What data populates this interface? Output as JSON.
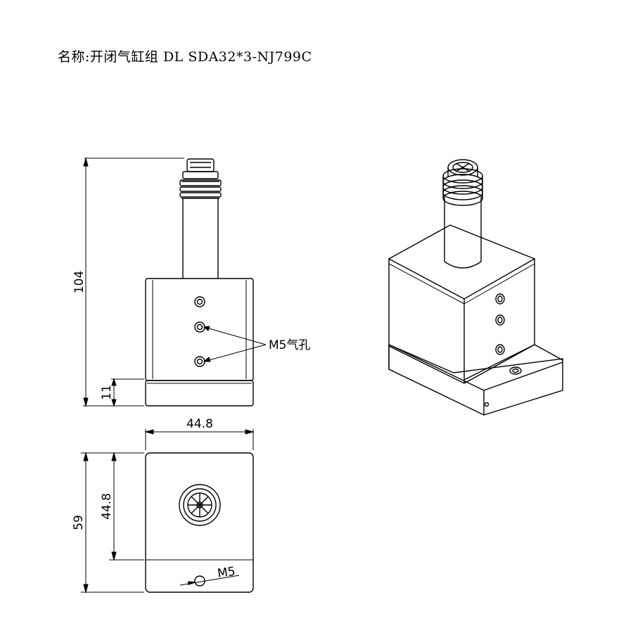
{
  "title": "名称:开闭气缸组 DL SDA32*3-NJ799C",
  "dimensions": {
    "height_total": "104",
    "base_height": "11",
    "width": "44.8",
    "depth_inner": "44.8",
    "depth_total": "59"
  },
  "callouts": {
    "air_holes": "M5气孔",
    "bottom_hole": "M5"
  }
}
